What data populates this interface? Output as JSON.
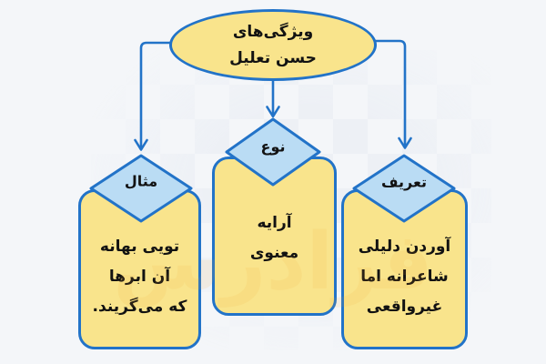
{
  "diagram": {
    "type": "flowchart",
    "root": {
      "lines": [
        "ویژگی‌های",
        "حسن تعلیل"
      ]
    },
    "branches": [
      {
        "key": "example",
        "label": "مثال",
        "lines": [
          "تویی بهانه",
          "آن ابرها",
          "که می‌گریند."
        ]
      },
      {
        "key": "type",
        "label": "نوع",
        "lines": [
          "آرایه",
          "معنوی"
        ]
      },
      {
        "key": "definition",
        "label": "تعریف",
        "lines": [
          "آوردن دلیلی",
          "شاعرانه اما",
          "غیرواقعی"
        ]
      }
    ]
  },
  "watermark": {
    "text": "فرادرس"
  },
  "colors": {
    "background": "#f4f6f9",
    "node_fill": "#f9e48c",
    "stroke": "#2273c8",
    "diamond_fill": "#badcf4",
    "text": "#121212",
    "watermark": "#f6a72f"
  }
}
